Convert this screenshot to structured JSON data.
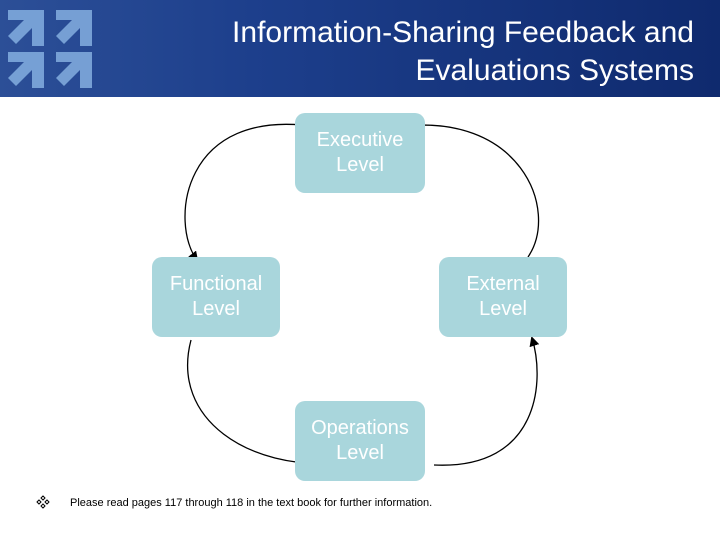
{
  "header": {
    "title_line1": "Information-Sharing Feedback and",
    "title_line2": "Evaluations Systems",
    "background_color": "#1d3f8c",
    "logo_icon": "arrows-grid-logo"
  },
  "diagram": {
    "box_color": "#a9d6dc",
    "nodes": {
      "executive": {
        "line1": "Executive",
        "line2": "Level"
      },
      "functional": {
        "line1": "Functional",
        "line2": "Level"
      },
      "external": {
        "line1": "External",
        "line2": "Level"
      },
      "operations": {
        "line1": "Operations",
        "line2": "Level"
      }
    },
    "edges": [
      {
        "from": "executive",
        "to": "functional"
      },
      {
        "from": "external",
        "to": "executive"
      },
      {
        "from": "functional",
        "to": "operations"
      },
      {
        "from": "operations",
        "to": "external"
      }
    ]
  },
  "footer": {
    "bullet_icon": "four-diamond-bullet-icon",
    "note": "Please read pages 117 through 118 in the text book for further information."
  }
}
